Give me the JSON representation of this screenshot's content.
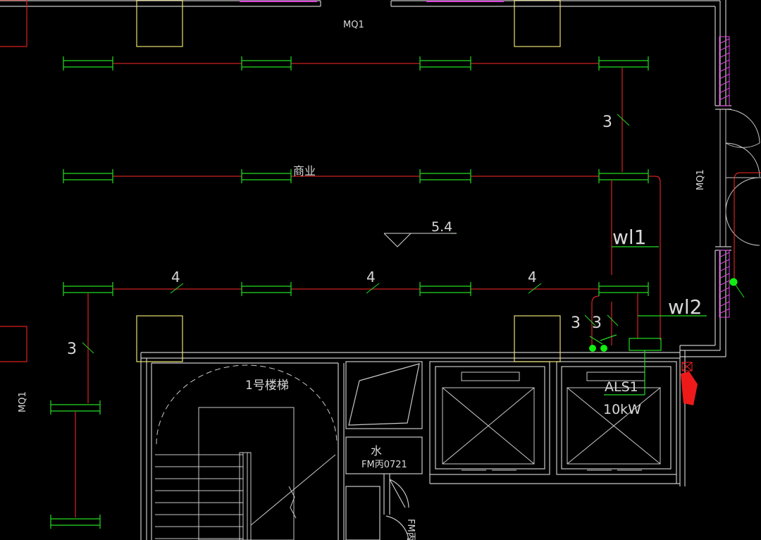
{
  "labels": {
    "mq1_top": "MQ1",
    "mq1_right": "MQ1",
    "mq1_left": "MQ1",
    "room_name": "商业",
    "level": "5.4",
    "wl1": "wl1",
    "wl2": "wl2",
    "stair": "1号楼梯",
    "panel_name": "ALS1",
    "panel_power": "10kW",
    "water": "水",
    "fire_door": "FM丙0721",
    "fire_door_partial": "FM丙",
    "wire_count_3a": "3",
    "wire_count_3b": "3",
    "wire_count_3c": "3",
    "wire_count_3d": "3",
    "wire_count_4a": "4",
    "wire_count_4b": "4",
    "wire_count_4c": "4"
  },
  "colors": {
    "background": "#000000",
    "wall": "#c8c8c8",
    "circuit": "#ff2a2a",
    "fixture": "#22dd22",
    "column": "#e8e070",
    "window_hatch": "#dd44dd",
    "text": "#d8d8d8",
    "socket": "#11ee11",
    "equipment": "#ff2020"
  }
}
